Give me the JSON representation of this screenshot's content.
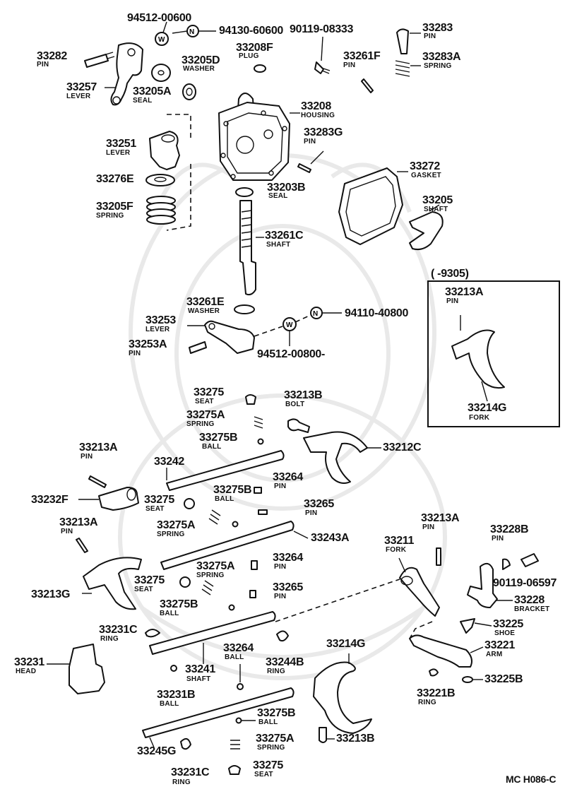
{
  "diagram": {
    "code": "MC H086-C",
    "inset_title": "(      -9305)",
    "washer_symbol": "W",
    "nut_symbol": "N"
  },
  "parts": [
    {
      "pn": "94512-00600",
      "name": ""
    },
    {
      "pn": "94130-60600",
      "name": ""
    },
    {
      "pn": "90119-08333",
      "name": ""
    },
    {
      "pn": "33283",
      "name": "PIN"
    },
    {
      "pn": "33282",
      "name": "PIN"
    },
    {
      "pn": "33205D",
      "name": "WASHER"
    },
    {
      "pn": "33208F",
      "name": "PLUG"
    },
    {
      "pn": "33261F",
      "name": "PIN"
    },
    {
      "pn": "33283A",
      "name": "SPRING"
    },
    {
      "pn": "33257",
      "name": "LEVER"
    },
    {
      "pn": "33205A",
      "name": "SEAL"
    },
    {
      "pn": "33208",
      "name": "HOUSING"
    },
    {
      "pn": "33283G",
      "name": "PIN"
    },
    {
      "pn": "33251",
      "name": "LEVER"
    },
    {
      "pn": "33272",
      "name": "GASKET"
    },
    {
      "pn": "33276E",
      "name": ""
    },
    {
      "pn": "33203B",
      "name": "SEAL"
    },
    {
      "pn": "33205",
      "name": "SHAFT"
    },
    {
      "pn": "33205F",
      "name": "SPRING"
    },
    {
      "pn": "33261C",
      "name": "SHAFT"
    },
    {
      "pn": "33213A",
      "name": "PIN"
    },
    {
      "pn": "33261E",
      "name": "WASHER"
    },
    {
      "pn": "94110-40800",
      "name": ""
    },
    {
      "pn": "33253",
      "name": "LEVER"
    },
    {
      "pn": "33253A",
      "name": "PIN"
    },
    {
      "pn": "94512-00800-",
      "name": ""
    },
    {
      "pn": "33214G",
      "name": "FORK"
    },
    {
      "pn": "33275",
      "name": "SEAT"
    },
    {
      "pn": "33213B",
      "name": "BOLT"
    },
    {
      "pn": "33275A",
      "name": "SPRING"
    },
    {
      "pn": "33275B",
      "name": "BALL"
    },
    {
      "pn": "33212C",
      "name": ""
    },
    {
      "pn": "33213A",
      "name": "PIN"
    },
    {
      "pn": "33242",
      "name": ""
    },
    {
      "pn": "33264",
      "name": "PIN"
    },
    {
      "pn": "33275B",
      "name": "BALL"
    },
    {
      "pn": "33232F",
      "name": ""
    },
    {
      "pn": "33275",
      "name": "SEAT"
    },
    {
      "pn": "33265",
      "name": "PIN"
    },
    {
      "pn": "33275A",
      "name": "SPRING"
    },
    {
      "pn": "33213A",
      "name": "PIN"
    },
    {
      "pn": "33243A",
      "name": ""
    },
    {
      "pn": "33213A",
      "name": "PIN"
    },
    {
      "pn": "33211",
      "name": "FORK"
    },
    {
      "pn": "33228B",
      "name": "PIN"
    },
    {
      "pn": "33264",
      "name": "PIN"
    },
    {
      "pn": "33275A",
      "name": "SPRING"
    },
    {
      "pn": "33275",
      "name": "SEAT"
    },
    {
      "pn": "90119-06597",
      "name": ""
    },
    {
      "pn": "33265",
      "name": "PIN"
    },
    {
      "pn": "33213G",
      "name": ""
    },
    {
      "pn": "33228",
      "name": "BRACKET"
    },
    {
      "pn": "33275B",
      "name": "BALL"
    },
    {
      "pn": "33225",
      "name": "SHOE"
    },
    {
      "pn": "33231C",
      "name": "RING"
    },
    {
      "pn": "33214G",
      "name": ""
    },
    {
      "pn": "33221",
      "name": "ARM"
    },
    {
      "pn": "33264",
      "name": "BALL"
    },
    {
      "pn": "33231",
      "name": "HEAD"
    },
    {
      "pn": "33241",
      "name": "SHAFT"
    },
    {
      "pn": "33244B",
      "name": "RING"
    },
    {
      "pn": "33221B",
      "name": "RING"
    },
    {
      "pn": "33225B",
      "name": ""
    },
    {
      "pn": "33231B",
      "name": "BALL"
    },
    {
      "pn": "33275B",
      "name": "BALL"
    },
    {
      "pn": "33213B",
      "name": ""
    },
    {
      "pn": "33245G",
      "name": ""
    },
    {
      "pn": "33275A",
      "name": "SPRING"
    },
    {
      "pn": "33231C",
      "name": "RING"
    },
    {
      "pn": "33275",
      "name": "SEAT"
    }
  ]
}
